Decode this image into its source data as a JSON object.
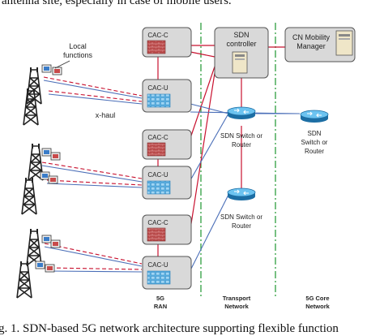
{
  "header_text": "antenna site, especially in case of mobile users.",
  "caption": "g. 1. SDN-based 5G network architecture supporting flexible function",
  "labels": {
    "local_functions": [
      "Local",
      "functions"
    ],
    "xhaul": "x-haul"
  },
  "cac_c_label": "CAC-C",
  "cac_u_label": "CAC-U",
  "sdn_controller": [
    "SDN",
    "controller"
  ],
  "cn_manager": [
    "CN Mobility",
    "Manager"
  ],
  "switch_transport_top": [
    "SDN Switch or",
    "Router"
  ],
  "switch_core": [
    "SDN",
    "Switch or",
    "Router"
  ],
  "switch_transport_bottom": [
    "SDN Switch or",
    "Router"
  ],
  "zones": {
    "ran": [
      "5G",
      "RAN"
    ],
    "transport": [
      "Transport",
      "Network"
    ],
    "core": [
      "5G Core",
      "Network"
    ]
  },
  "colors": {
    "red_link": "#c8102e",
    "blue_link": "#4b6fb8",
    "zone_divider": "#2e9e3e",
    "box_gray": "#d9d9d9",
    "router_blue": "#3a8fc8"
  }
}
